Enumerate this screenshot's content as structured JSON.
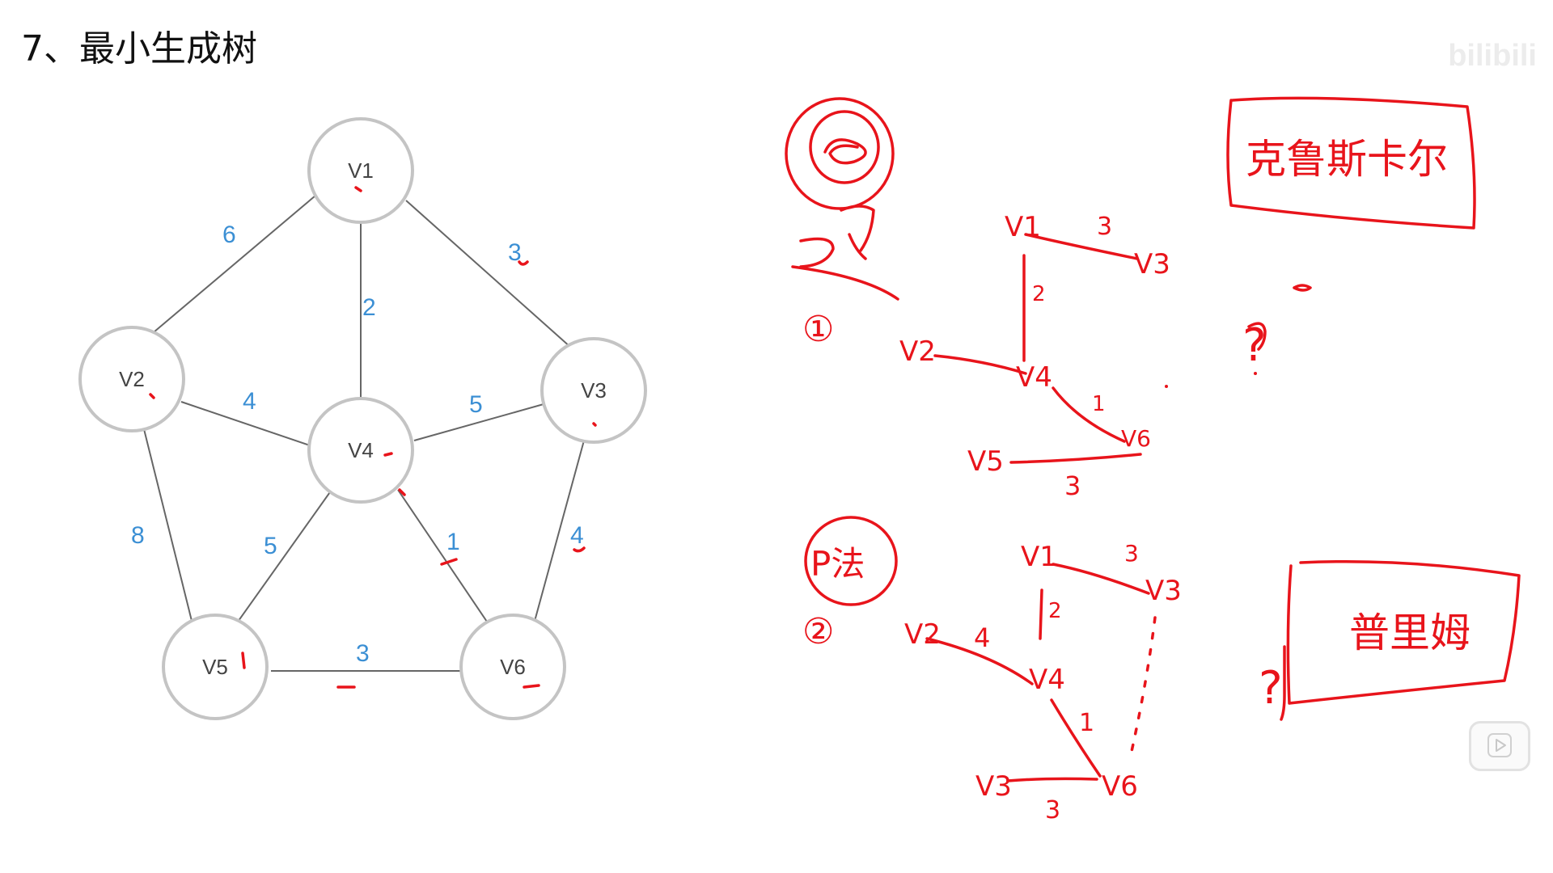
{
  "title": "7、最小生成树",
  "watermark": "bilibili",
  "graph": {
    "nodes": [
      "V1",
      "V2",
      "V3",
      "V4",
      "V5",
      "V6"
    ],
    "edges": [
      {
        "from": "V1",
        "to": "V2",
        "weight": "6"
      },
      {
        "from": "V1",
        "to": "V3",
        "weight": "3"
      },
      {
        "from": "V1",
        "to": "V4",
        "weight": "2"
      },
      {
        "from": "V2",
        "to": "V4",
        "weight": "4"
      },
      {
        "from": "V3",
        "to": "V4",
        "weight": "5"
      },
      {
        "from": "V2",
        "to": "V5",
        "weight": "8"
      },
      {
        "from": "V4",
        "to": "V5",
        "weight": "5"
      },
      {
        "from": "V4",
        "to": "V6",
        "weight": "1"
      },
      {
        "from": "V3",
        "to": "V6",
        "weight": "4"
      },
      {
        "from": "V5",
        "to": "V6",
        "weight": "3"
      }
    ]
  },
  "handwritten": {
    "method1_number": "①",
    "method2_number": "②",
    "method1_name": "克鲁斯卡尔",
    "method2_name": "普里姆",
    "method2_label": "P法",
    "tree1": {
      "nodes": [
        "V1",
        "V3",
        "V2",
        "V4",
        "V6",
        "V5"
      ],
      "weights": [
        "3",
        "2",
        "1",
        "3"
      ]
    },
    "tree2": {
      "nodes": [
        "V1",
        "V3",
        "V2",
        "V4",
        "V3",
        "V6"
      ],
      "weights": [
        "3",
        "2",
        "4",
        "1",
        "3"
      ]
    },
    "question_mark": "?"
  },
  "ink_color": "#e8141b",
  "weight_color": "#3b8fd4",
  "icons": {
    "play": "play-icon"
  }
}
